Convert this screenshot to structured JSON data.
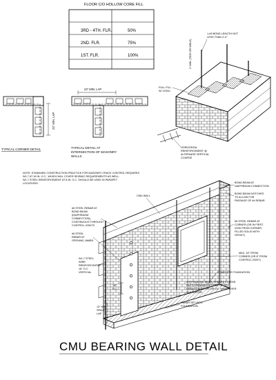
{
  "fill_table": {
    "title": "FLOOR C/O HOLLOW CORE FILL",
    "rows": [
      {
        "floor": "3RD - 4TH. FLR.",
        "fill": "50%"
      },
      {
        "floor": "2ND. FLR.",
        "fill": "75%"
      },
      {
        "floor": "1ST. FLR.",
        "fill": "100%"
      }
    ]
  },
  "plan_details": {
    "lap_vertical": "24\" MIN. LAP",
    "lap_horizontal": "24\" MIN. LAP",
    "corner_caption": "TYPICAL CORNER DETAIL",
    "intersection_caption": [
      "TYPICAL DETAIL AT",
      "INTERSECTION OF MASONRY",
      "WALLS"
    ]
  },
  "wall_section": {
    "bond_length": [
      "1-#5 BOND LENGTH NOT",
      "LESS THAN 2'-0\""
    ],
    "grout_min": "2\" MIN. (TIED OR WELD)",
    "full_fill": [
      "FULL FILL",
      "W/ CONC."
    ],
    "horizontal_reinf": [
      "HORIZONTAL",
      "REINFORCEMENT @",
      "ALTERNATE VERTICAL",
      "COURSE"
    ]
  },
  "note": [
    "NOTE: STANDARD CONSTRUCTION PRACTICE FOR MASONRY CRACK CONTROL REQUIRES",
    "W1.7 AT 16 IN. O.C., WHICH WILL COVER SEISMIC REQUIREMENTS AS WELL.",
    "W1.7 STEEL REINFORCEMENT AT 8 IN. O.C. SHOULD BE USED IN PARAPET",
    "LOCATIONS."
  ],
  "wall_callouts": {
    "cmu_wall": "CMU WALL",
    "bond_beam_top": [
      "BOND BEAM AT",
      "DIAPHRAGM CONNECTION"
    ],
    "bond_beam_notches": [
      "BOND BEAM NOTCHES",
      "TO ALLOW FOR",
      "PASSAGE OF #4 REBAR"
    ],
    "rebar_bond_beam": [
      "#5 STEEL REBAR AT",
      "BOND BEAM",
      "(DIAPHRAGM",
      "CONNECTION),",
      "CONTINUOUS THROUGH",
      "CONTROL JOINTS"
    ],
    "rebar_openings": [
      "#5 STEEL",
      "REBAR AT",
      "OPENING JAMBS"
    ],
    "rebar_corner": [
      "#5 STEEL REBAR AT",
      "CORNER (OR IN FIRST",
      "VOID FROM CORNER,",
      "FILLED SOLID WITH",
      "GROUT)"
    ],
    "wire_reinf": [
      "W1.7 STEEL",
      "WIRE",
      "REINFORCING AT",
      "16\" O.C.",
      "VERTICAL"
    ],
    "dim_16oc": [
      "16\"",
      "O.C."
    ],
    "max_16": [
      "MAX. 16\" FROM",
      "CORNER (OR 8\" FROM",
      "CONTROL JOINT)"
    ],
    "foundation": "CONCRETE FOUNDATION",
    "bond_beam_extend": [
      "WITHIN BOND BEAM, REBARS EXTEND",
      "PAST OPENINGS A TOTAL OF 20 X",
      "REBAR DIAMETER OR 24\", WHICHEVER",
      "IS GREATER."
    ],
    "lap_12": [
      "12\" MIN",
      "SPACE",
      "LAP"
    ],
    "rebar_set": [
      "REBAR SET INTO",
      "FOUNDATION"
    ]
  },
  "title": "CMU BEARING WALL DETAIL"
}
